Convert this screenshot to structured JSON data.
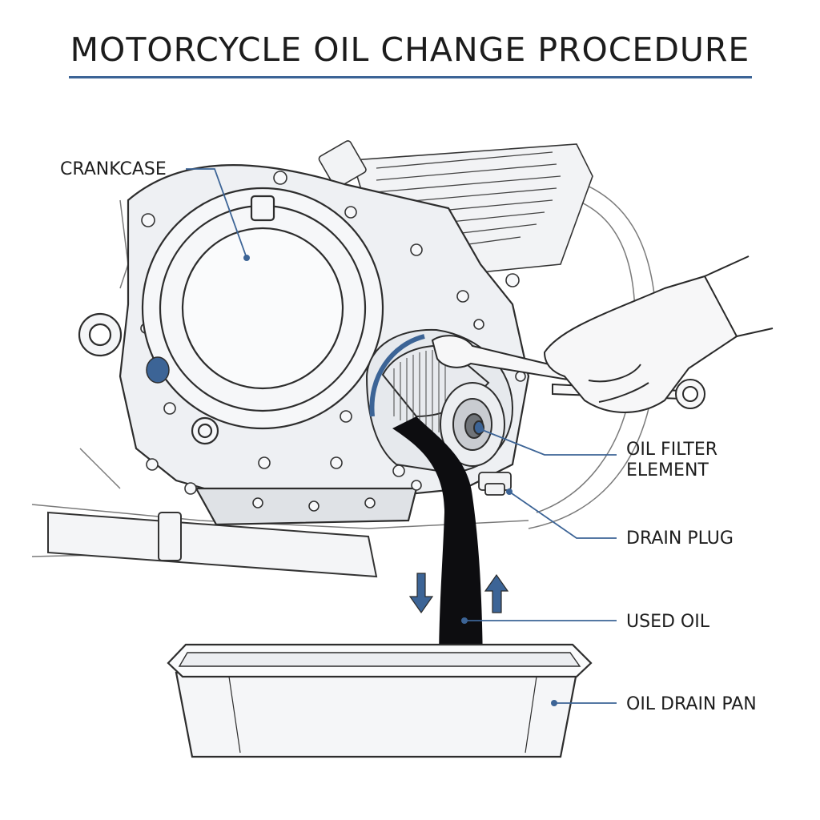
{
  "title": "MOTORCYCLE OIL CHANGE PROCEDURE",
  "labels": {
    "crankcase": "CRANKCASE",
    "oil_filter_line1": "OIL FILTER",
    "oil_filter_line2": "ELEMENT",
    "drain_plug": "DRAIN PLUG",
    "used_oil": "USED OIL",
    "oil_drain_pan": "OIL DRAIN PAN"
  },
  "colors": {
    "accent": "#3c6496",
    "line": "#2a2a2a",
    "oil": "#0d0d10",
    "metal_fill": "#eef0f3"
  },
  "icons": {
    "flow_down": "arrow-down-icon",
    "flow_up": "arrow-up-icon"
  }
}
